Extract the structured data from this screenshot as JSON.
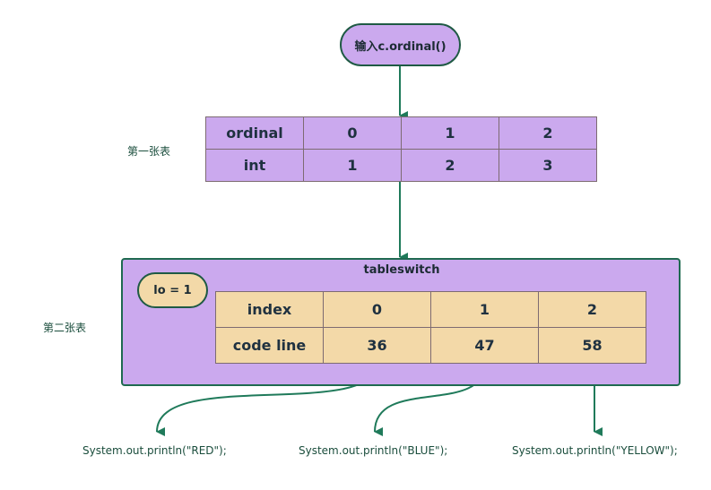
{
  "start": {
    "label": "输入c.ordinal()"
  },
  "table1": {
    "side_label": "第一张表",
    "rows": [
      [
        "ordinal",
        "0",
        "1",
        "2"
      ],
      [
        "int",
        "1",
        "2",
        "3"
      ]
    ]
  },
  "tableswitch": {
    "side_label": "第二张表",
    "title": "tableswitch",
    "lo_label": "lo = 1",
    "rows": [
      [
        "index",
        "0",
        "1",
        "2"
      ],
      [
        "code line",
        "36",
        "47",
        "58"
      ]
    ]
  },
  "outputs": [
    "System.out.println(\"RED\");",
    "System.out.println(\"BLUE\");",
    "System.out.println(\"YELLOW\");"
  ],
  "colors": {
    "lavender": "#cba9ee",
    "tan": "#f3d9a8",
    "arrow": "#1f7a5a"
  }
}
